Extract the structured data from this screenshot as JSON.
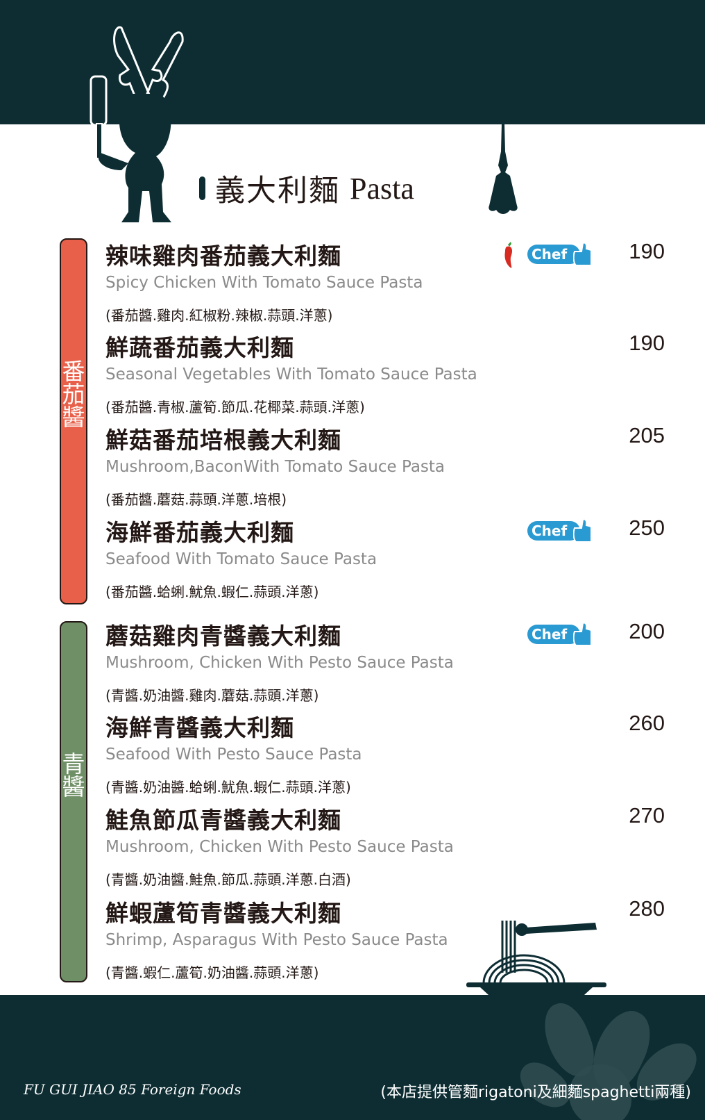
{
  "header": {
    "title_zh": "義大利麵",
    "title_en": "Pasta"
  },
  "colors": {
    "dark": "#0d2d33",
    "tomato": "#e8604a",
    "pesto": "#6f8f66",
    "chef_badge": "#2a9ad3"
  },
  "sections": [
    {
      "label": "番茄醬",
      "color": "#e8604a"
    },
    {
      "label": "青醬",
      "color": "#6f8f66"
    }
  ],
  "chef_label": "Chef",
  "items": [
    {
      "zh": "辣味雞肉番茄義大利麵",
      "en": "Spicy Chicken With Tomato Sauce Pasta",
      "ing": "(番茄醬.雞肉.紅椒粉.辣椒.蒜頭.洋蔥)",
      "price": "190",
      "spicy": true,
      "chef": true
    },
    {
      "zh": "鮮蔬番茄義大利麵",
      "en": "Seasonal Vegetables With Tomato Sauce Pasta",
      "ing": "(番茄醬.青椒.蘆筍.節瓜.花椰菜.蒜頭.洋蔥)",
      "price": "190",
      "spicy": false,
      "chef": false
    },
    {
      "zh": "鮮菇番茄培根義大利麵",
      "en": "Mushroom,BaconWith Tomato Sauce Pasta",
      "ing": "(番茄醬.蘑菇.蒜頭.洋蔥.培根)",
      "price": "205",
      "spicy": false,
      "chef": false
    },
    {
      "zh": "海鮮番茄義大利麵",
      "en": "Seafood With Tomato Sauce Pasta",
      "ing": "(番茄醬.蛤蜊.魷魚.蝦仁.蒜頭.洋蔥)",
      "price": "250",
      "spicy": false,
      "chef": true
    },
    {
      "zh": "蘑菇雞肉青醬義大利麵",
      "en": "Mushroom, Chicken With Pesto Sauce Pasta",
      "ing": "(青醬.奶油醬.雞肉.蘑菇.蒜頭.洋蔥)",
      "price": "200",
      "spicy": false,
      "chef": true
    },
    {
      "zh": "海鮮青醬義大利麵",
      "en": "Seafood With Pesto Sauce Pasta",
      "ing": "(青醬.奶油醬.蛤蜊.魷魚.蝦仁.蒜頭.洋蔥)",
      "price": "260",
      "spicy": false,
      "chef": false
    },
    {
      "zh": "鮭魚節瓜青醬義大利麵",
      "en": "Mushroom, Chicken With Pesto Sauce Pasta",
      "ing": "(青醬.奶油醬.鮭魚.節瓜.蒜頭.洋蔥.白酒)",
      "price": "270",
      "spicy": false,
      "chef": false
    },
    {
      "zh": "鮮蝦蘆筍青醬義大利麵",
      "en": "Shrimp, Asparagus With Pesto Sauce Pasta",
      "ing": "(青醬.蝦仁.蘆筍.奶油醬.蒜頭.洋蔥)",
      "price": "280",
      "spicy": false,
      "chef": false
    }
  ],
  "footer": {
    "brand": "FU GUI JIAO 85 Foreign Foods",
    "note": "(本店提供管麵rigatoni及細麵spaghetti兩種)"
  }
}
